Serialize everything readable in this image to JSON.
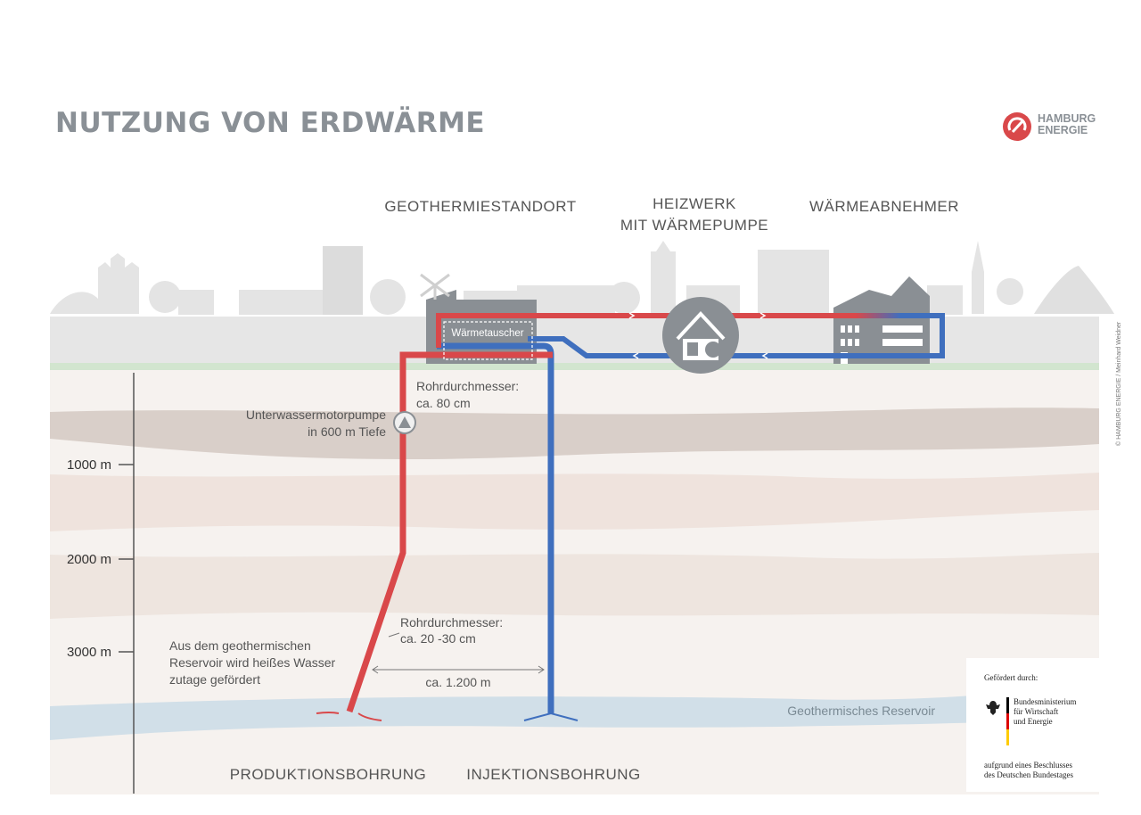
{
  "title": "NUTZUNG VON ERDWÄRME",
  "logo": {
    "line1": "HAMBURG",
    "line2": "ENERGIE"
  },
  "credit": "© HAMBURG ENERGIE / Meinhard Weidner",
  "headings": {
    "site": "GEOTHERMIESTANDORT",
    "plant_line1": "HEIZWERK",
    "plant_line2": "MIT WÄRMEPUMPE",
    "consumer": "WÄRMEABNEHMER"
  },
  "heat_exchanger": "Wärmetauscher",
  "labels": {
    "pipe_diameter_top_1": "Rohrdurchmesser:",
    "pipe_diameter_top_2": "ca. 80 cm",
    "pump_1": "Unterwassermotorpumpe",
    "pump_2": "in 600 m Tiefe",
    "pipe_diameter_bottom_1": "Rohrdurchmesser:",
    "pipe_diameter_bottom_2": "ca. 20 -30 cm",
    "reservoir_text_1": "Aus dem geothermischen",
    "reservoir_text_2": "Reservoir wird heißes Wasser",
    "reservoir_text_3": "zutage gefördert",
    "distance": "ca. 1.200 m",
    "reservoir": "Geothermisches Reservoir",
    "production_well": "PRODUKTIONSBOHRUNG",
    "injection_well": "INJEKTIONSBOHRUNG"
  },
  "depth_scale": [
    "1000 m",
    "2000 m",
    "3000 m"
  ],
  "funding": {
    "intro": "Gefördert durch:",
    "ministry_1": "Bundesministerium",
    "ministry_2": "für Wirtschaft",
    "ministry_3": "und Energie",
    "note_1": "aufgrund eines Beschlusses",
    "note_2": "des Deutschen Bundestages"
  },
  "colors": {
    "hot": "#d9484a",
    "cold": "#3f6fbe",
    "gray": "#8a8f94",
    "skyline": "#e6e6e6"
  }
}
